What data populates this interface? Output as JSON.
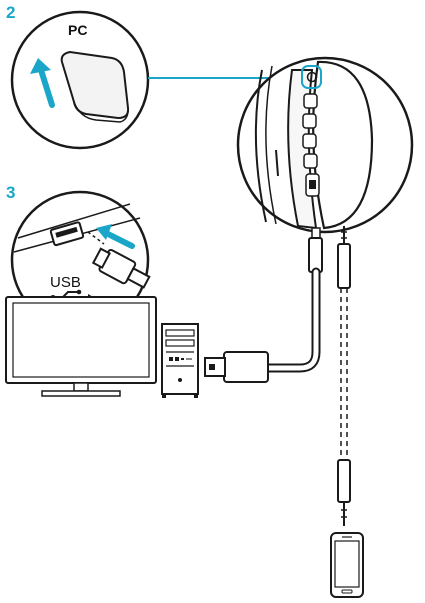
{
  "steps": {
    "step_a": "2",
    "step_b": "3"
  },
  "labels": {
    "pc": "PC",
    "usb": "USB"
  },
  "colors": {
    "accent": "#1aa6c9",
    "outline": "#1a1a1a"
  },
  "icons": [
    "arrow-up-icon",
    "arrow-left-icon",
    "usb-symbol-icon"
  ]
}
